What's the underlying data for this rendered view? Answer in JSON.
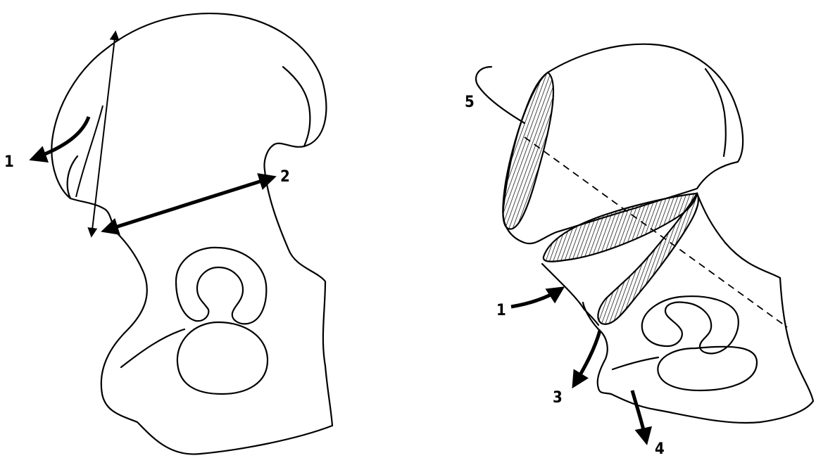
{
  "left_figure": {
    "labels": {
      "arrow_1": "1",
      "arrow_2": "2"
    }
  },
  "right_figure": {
    "labels": {
      "arrow_1": "1",
      "arrow_3": "3",
      "arrow_4": "4",
      "line_5": "5"
    }
  },
  "colors": {
    "ink": "#000000",
    "background": "#ffffff"
  }
}
